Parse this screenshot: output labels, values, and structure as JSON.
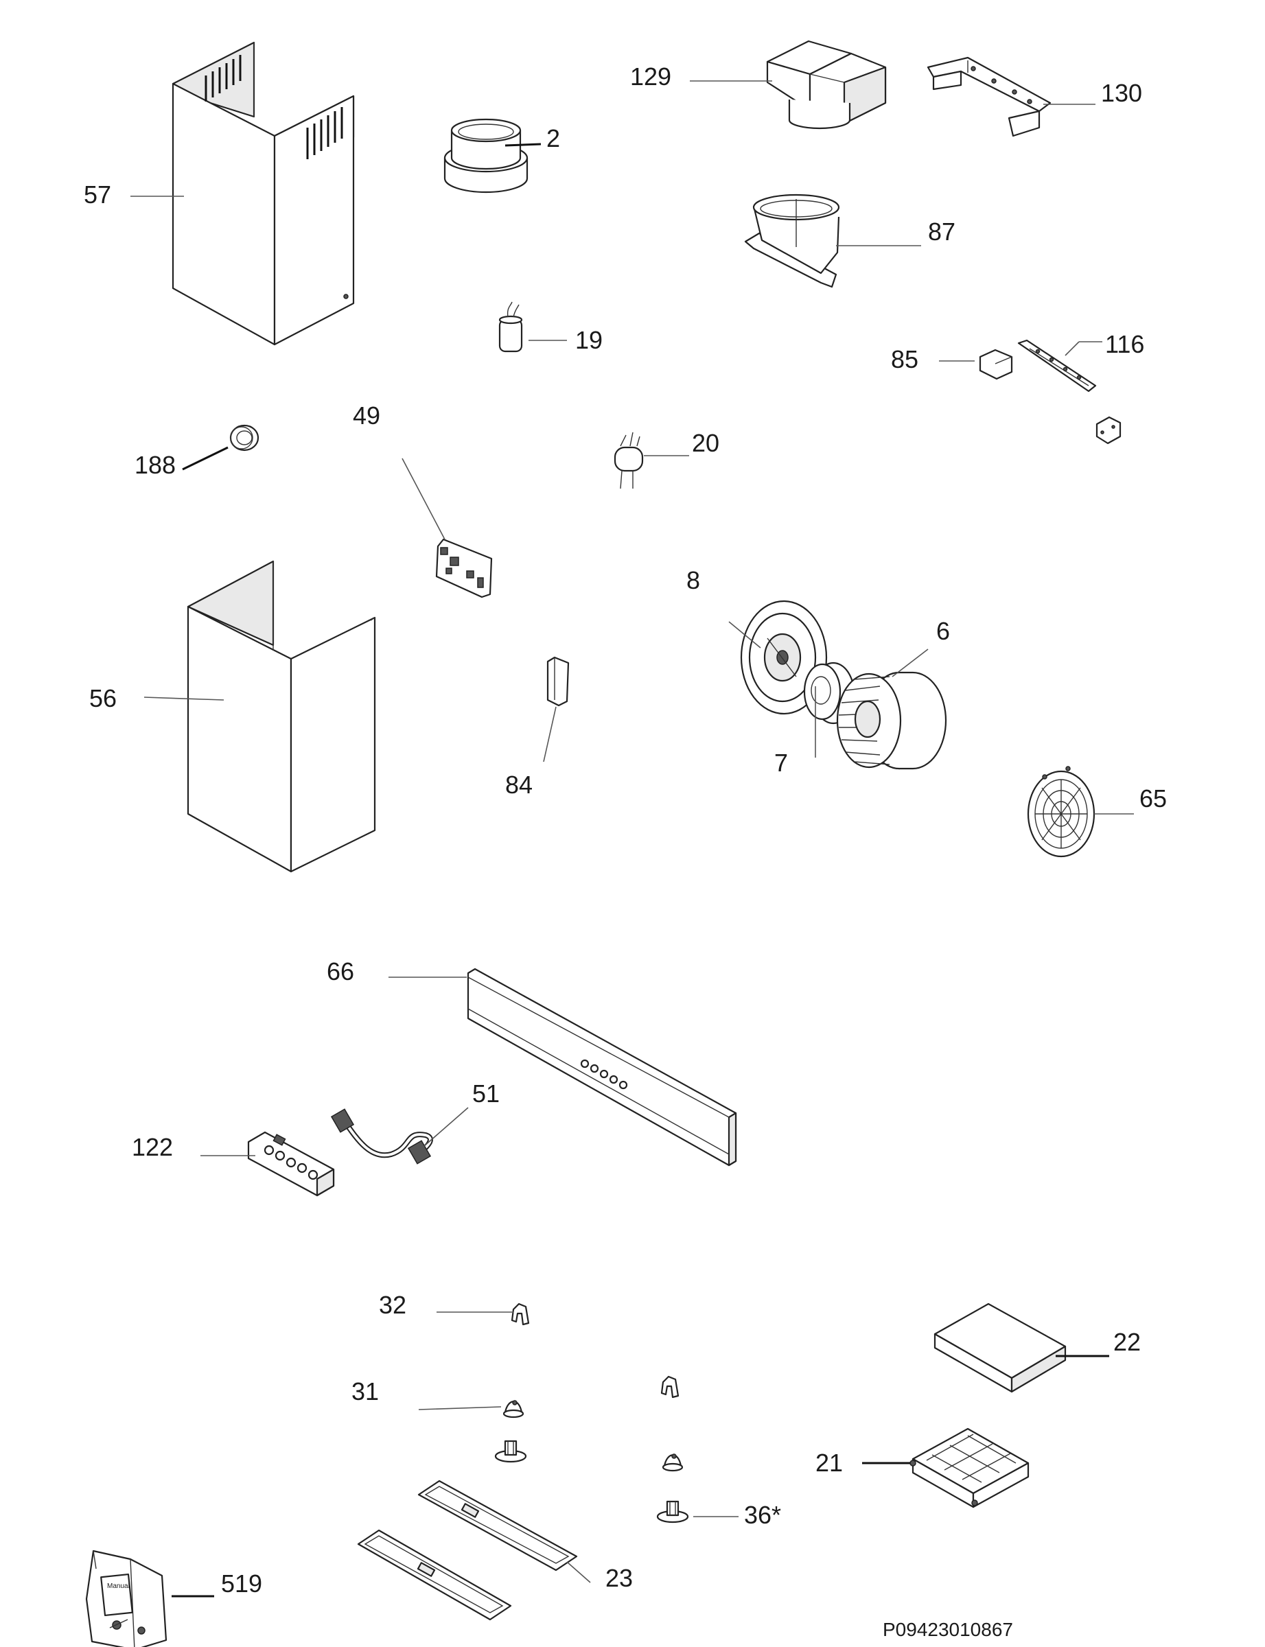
{
  "diagram_code": "P09423010867",
  "labels": {
    "p57": "57",
    "p2": "2",
    "p129": "129",
    "p130": "130",
    "p87": "87",
    "p19": "19",
    "p85": "85",
    "p116": "116",
    "p188": "188",
    "p49": "49",
    "p20": "20",
    "p8": "8",
    "p6": "6",
    "p56": "56",
    "p84": "84",
    "p7": "7",
    "p65": "65",
    "p66": "66",
    "p51": "51",
    "p122": "122",
    "p32": "32",
    "p22": "22",
    "p31": "31",
    "p21": "21",
    "p36": "36*",
    "p519": "519",
    "p23": "23"
  },
  "manual_text": "Manual"
}
